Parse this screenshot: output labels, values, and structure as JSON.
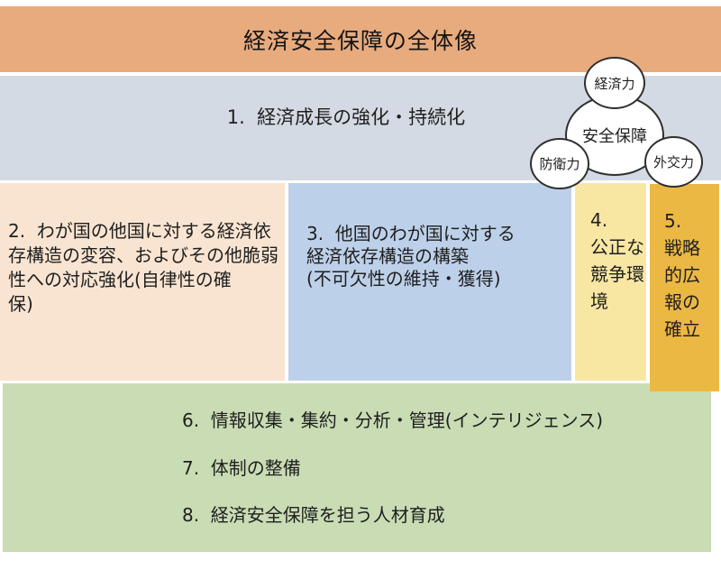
{
  "title": "経済安全保障の全体像",
  "band1": {
    "label": "1.  経済成長の強化・持続化"
  },
  "circles": {
    "center": "安全保障",
    "top": "経済力",
    "bottom_left": "防衛力",
    "bottom_right": "外交力"
  },
  "boxes": {
    "box2": {
      "lines": [
        "2.  わが国の他国に対する経済依",
        "存構造の変容、およびその他脆弱",
        "性への対応強化(自律性の確",
        "保)"
      ]
    },
    "box3": {
      "lines": [
        "3.  他国のわが国に対する",
        "経済依存構造の構築",
        "(不可欠性の維持・獲得)"
      ]
    },
    "box4": {
      "lines": [
        "4.",
        "公正な",
        "競争環",
        "境"
      ]
    },
    "box5": {
      "lines": [
        "5.",
        "戦略",
        "的広",
        "報の",
        "確立"
      ]
    }
  },
  "bottom": {
    "items": [
      "6.  情報収集・集約・分析・管理(インテリジェンス)",
      "7.  体制の整備",
      "8.  経済安全保障を担う人材育成"
    ]
  },
  "colors": {
    "header_bg": "#e8ab7e",
    "band1_bg": "#d4dae3",
    "box2_bg": "#f8e4d1",
    "box3_bg": "#bdd0e9",
    "box4_bg": "#f8e7a3",
    "box5_bg": "#ecb844",
    "bottom_bg": "#c9dcb4",
    "circle_border": "#2f2f2f",
    "text": "#1f1f1f"
  }
}
